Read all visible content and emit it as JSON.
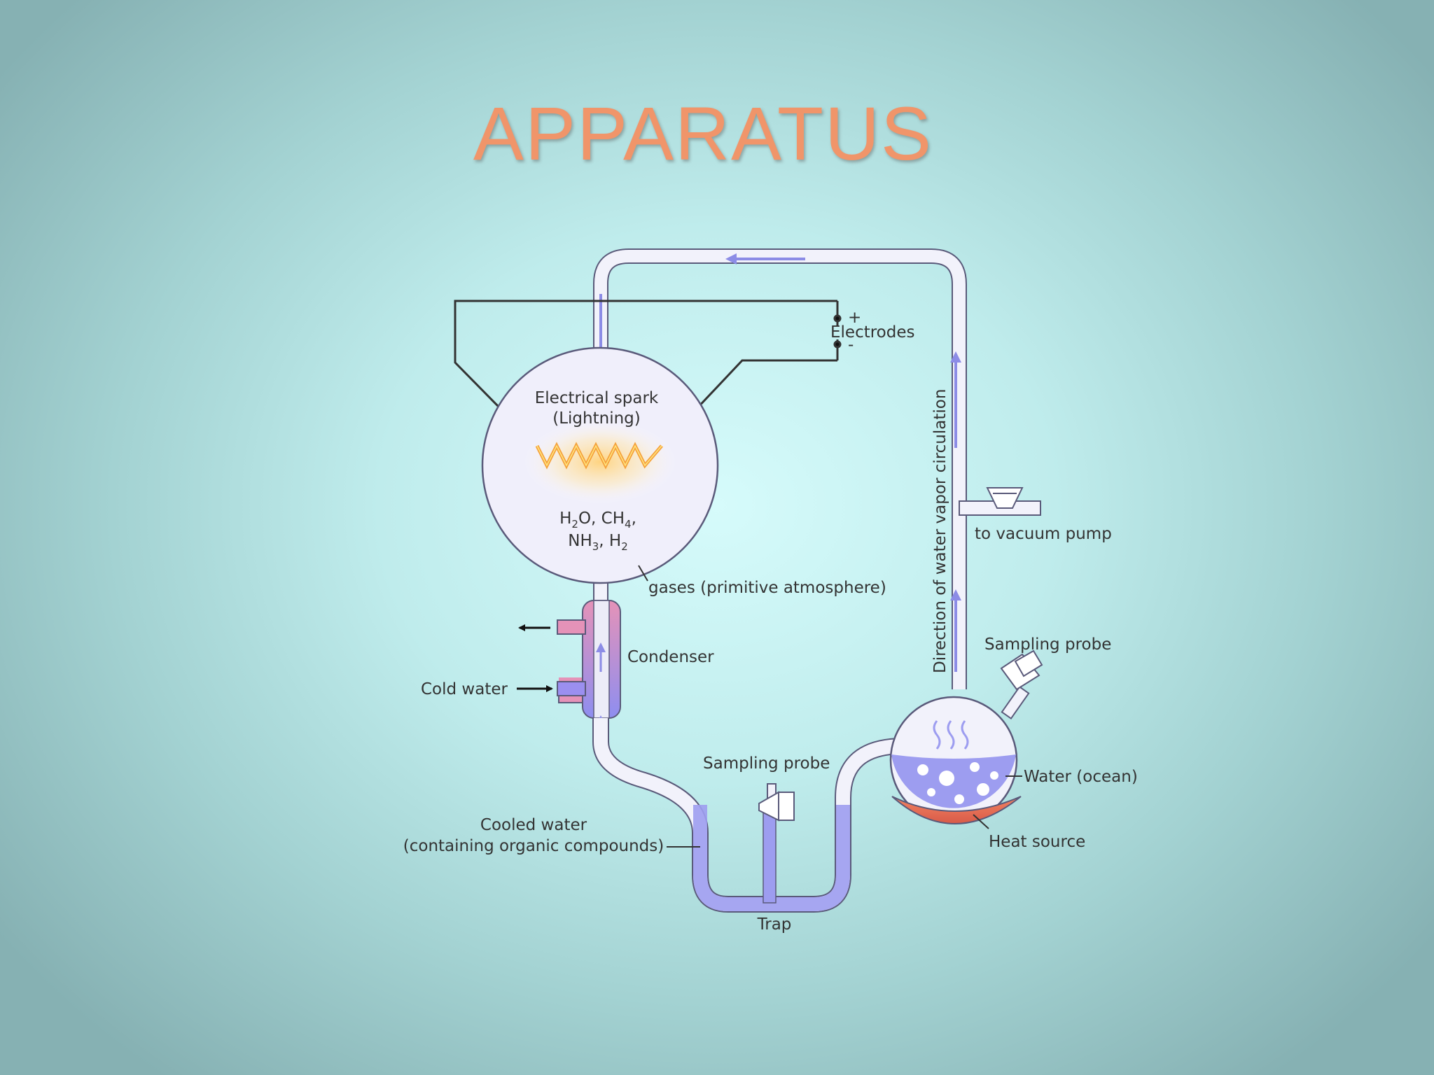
{
  "slide": {
    "title": "APPARATUS"
  },
  "diagram": {
    "spark_line1": "Electrical spark",
    "spark_line2": "(Lightning)",
    "electrodes": "Electrodes",
    "electrode_plus": "+",
    "electrode_minus": "-",
    "gas_line1": {
      "a": "H",
      "b": "2",
      "c": "O, CH",
      "d": "4",
      "e": ","
    },
    "gas_line2": {
      "a": "NH",
      "b": "3",
      "c": ", H",
      "d": "2"
    },
    "gases_label": "gases (primitive atmosphere)",
    "condenser": "Condenser",
    "cold_water": "Cold water",
    "vapor_direction": "Direction of water vapor circulation",
    "vacuum_pump": "to vacuum pump",
    "sampling_probe_right": "Sampling probe",
    "sampling_probe_trap": "Sampling probe",
    "water_ocean": "Water (ocean)",
    "heat_source": "Heat source",
    "cooled_line1": "Cooled water",
    "cooled_line2": "(containing organic compounds)",
    "trap": "Trap"
  },
  "colors": {
    "title": "#f0956a",
    "tube": "#f2f2fb",
    "tube_outline": "#5a5a7a",
    "liquid": "#9d9df0",
    "spark": "#f5a13c",
    "heat_source": "#e86a50",
    "condenser_top": "#e592b8",
    "condenser_bottom": "#8e8ef0"
  }
}
